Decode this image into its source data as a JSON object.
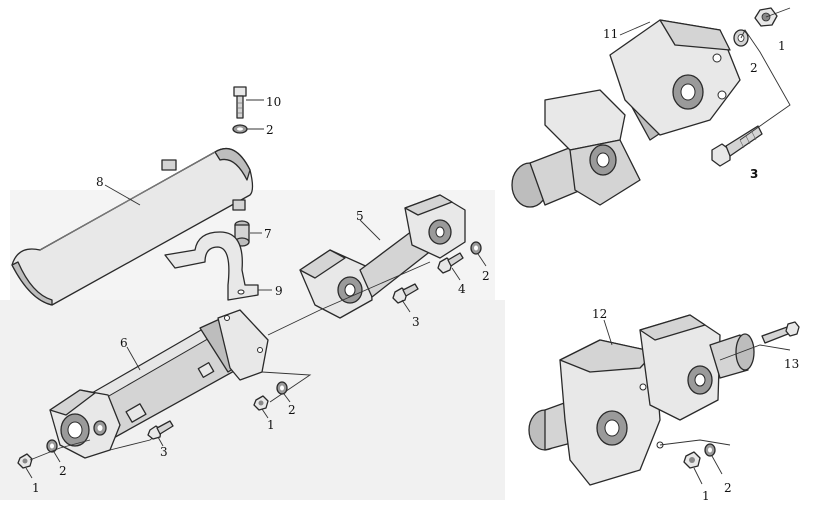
{
  "callouts": {
    "c1_top": "1",
    "c2_top": "2",
    "c3_top": "3",
    "c11": "11",
    "c10": "10",
    "c2_bolt10": "2",
    "c8": "8",
    "c7": "7",
    "c9": "9",
    "c5": "5",
    "c2_mid": "2",
    "c4": "4",
    "c3_mid": "3",
    "c6": "6",
    "c1_center": "1",
    "c2_center": "2",
    "c3_low": "3",
    "c1_left": "1",
    "c2_left": "2",
    "c12": "12",
    "c13": "13",
    "c1_right": "1",
    "c2_right": "2"
  }
}
